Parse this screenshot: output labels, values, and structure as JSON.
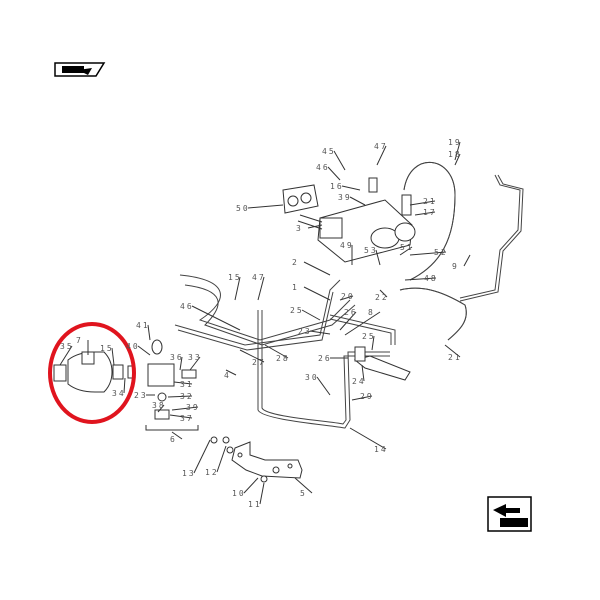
{
  "diagram": {
    "callouts": [
      "45",
      "47",
      "46",
      "16",
      "39",
      "50",
      "3",
      "19",
      "18",
      "21",
      "17",
      "51",
      "52",
      "9",
      "49",
      "53",
      "2",
      "48",
      "1",
      "20",
      "22",
      "15",
      "47",
      "46",
      "25",
      "26",
      "8",
      "23",
      "41",
      "40",
      "36",
      "33",
      "35",
      "7",
      "15",
      "34",
      "31",
      "23",
      "32",
      "38",
      "39",
      "37",
      "6",
      "27",
      "28",
      "4",
      "25",
      "26",
      "24",
      "30",
      "29",
      "14",
      "21",
      "13",
      "12",
      "10",
      "11",
      "5"
    ],
    "highlight_color": "#e0141e",
    "icons": [
      "tractor-section-icon",
      "page-turn-icon"
    ]
  }
}
